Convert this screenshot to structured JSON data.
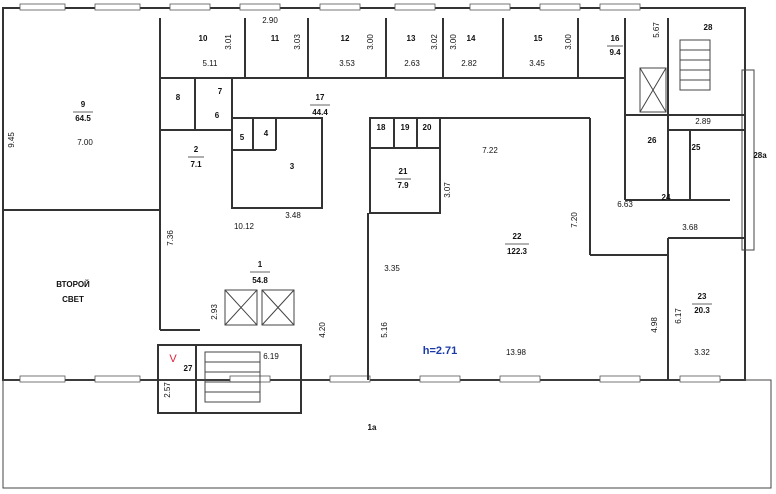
{
  "plan": {
    "rooms": [
      {
        "no": "1",
        "area": "54.8"
      },
      {
        "no": "2",
        "area": "7.1"
      },
      {
        "no": "3"
      },
      {
        "no": "4"
      },
      {
        "no": "5"
      },
      {
        "no": "6"
      },
      {
        "no": "7"
      },
      {
        "no": "8"
      },
      {
        "no": "9",
        "area": "64.5"
      },
      {
        "no": "10"
      },
      {
        "no": "11"
      },
      {
        "no": "12"
      },
      {
        "no": "13"
      },
      {
        "no": "14"
      },
      {
        "no": "15"
      },
      {
        "no": "16",
        "area": "9.4"
      },
      {
        "no": "17",
        "area": "44.4"
      },
      {
        "no": "18"
      },
      {
        "no": "19"
      },
      {
        "no": "20"
      },
      {
        "no": "21",
        "area": "7.9"
      },
      {
        "no": "22",
        "area": "122.3"
      },
      {
        "no": "23",
        "area": "20.3"
      },
      {
        "no": "24"
      },
      {
        "no": "25"
      },
      {
        "no": "26"
      },
      {
        "no": "27"
      },
      {
        "no": "28"
      },
      {
        "no": "28a"
      },
      {
        "no": "1a"
      }
    ],
    "second_light": [
      "ВТОРОЙ",
      "СВЕТ"
    ],
    "dimensions": [
      "2.90",
      "3.01",
      "3.03",
      "3.00",
      "3.02",
      "3.00",
      "3.00",
      "5.67",
      "5.11",
      "3.53",
      "2.63",
      "2.82",
      "3.45",
      "9.45",
      "7.00",
      "3.07",
      "7.22",
      "7.20",
      "3.35",
      "5.16",
      "13.98",
      "4.98",
      "6.17",
      "3.32",
      "3.68",
      "6.63",
      "2.89",
      "10.12",
      "7.36",
      "3.48",
      "2.93",
      "4.20",
      "6.19",
      "2.57"
    ],
    "ceiling_height": "h=2.71",
    "mark": "V"
  }
}
